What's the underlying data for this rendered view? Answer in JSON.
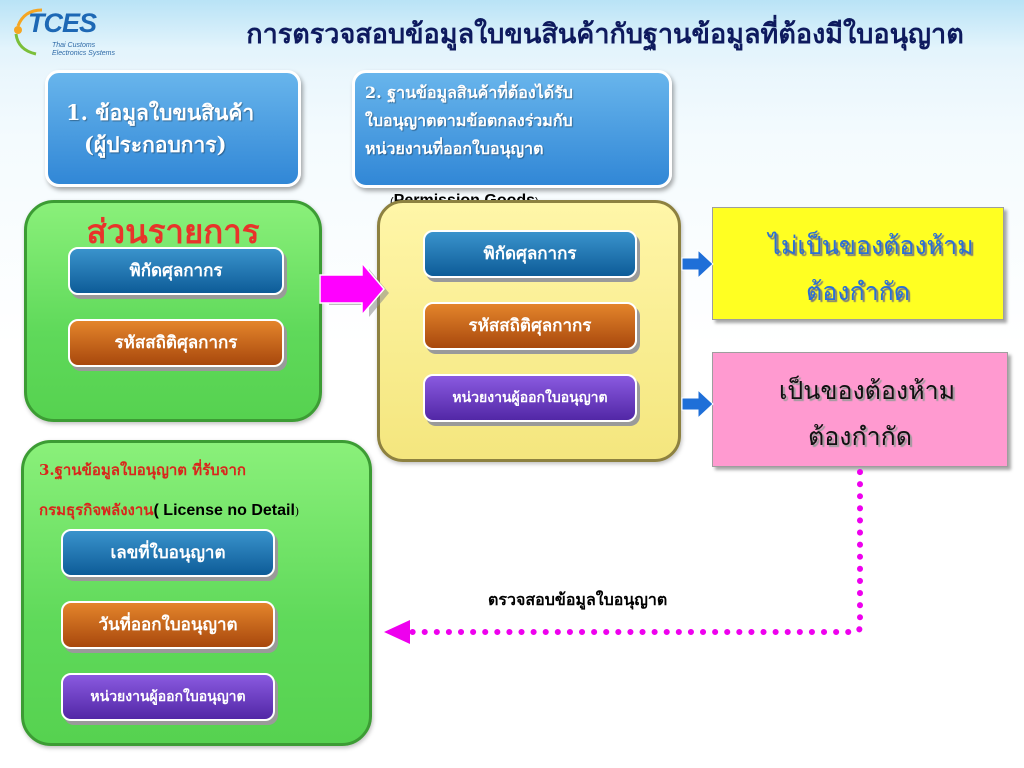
{
  "header": {
    "logo_text": "TCES",
    "logo_sub_1": "Thai Customs",
    "logo_sub_2": "Electronics Systems",
    "title": "การตรวจสอบข้อมูลใบขนสินค้ากับฐานข้อมูลที่ต้องมีใบอนุญาต"
  },
  "box1": {
    "line1": "1. ข้อมูลใบขนสินค้า",
    "line2": "(ผู้ประกอบการ)"
  },
  "box2": {
    "line1": "2. ฐานข้อมูลสินค้าที่ต้องได้รับ",
    "line2": "ใบอนุญาตตามข้อตกลงร่วมกับ",
    "line3": "หน่วยงานที่ออกใบอนุญาต",
    "subtitle_open": "(",
    "subtitle": "Permission Goods",
    "subtitle_close": ")"
  },
  "items_panel": {
    "title": "ส่วนรายการ",
    "tariff": "พิกัดศุลกากร",
    "stat_code": "รหัสสถิติศุลกากร"
  },
  "permission_panel": {
    "tariff": "พิกัดศุลกากร",
    "stat_code": "รหัสสถิติศุลกากร",
    "issuer": "หน่วยงานผู้ออกใบอนุญาต"
  },
  "results": {
    "not_restricted_1": "ไม่เป็นของต้องห้าม",
    "not_restricted_2": "ต้องกำกัด",
    "restricted_1": "เป็นของต้องห้าม",
    "restricted_2": "ต้องกำกัด"
  },
  "license_panel": {
    "title_line1": "3.ฐานข้อมูลใบอนุญาต ที่รับจาก",
    "title_line2": "กรมธุรกิจพลังงาน",
    "title_en": "( License no Detail",
    "title_en_close": ")",
    "license_no": "เลขที่ใบอนุญาต",
    "issue_date": "วันที่ออกใบอนุญาต",
    "issuer": "หน่วยงานผู้ออกใบอนุญาต"
  },
  "check_label": "ตรวจสอบข้อมูลใบอนุญาต",
  "colors": {
    "title": "#0e1a5e",
    "flow_arrow": "#ff00ff",
    "check_dots": "#ee00ee",
    "result_arrow": "#1f6fd8"
  }
}
